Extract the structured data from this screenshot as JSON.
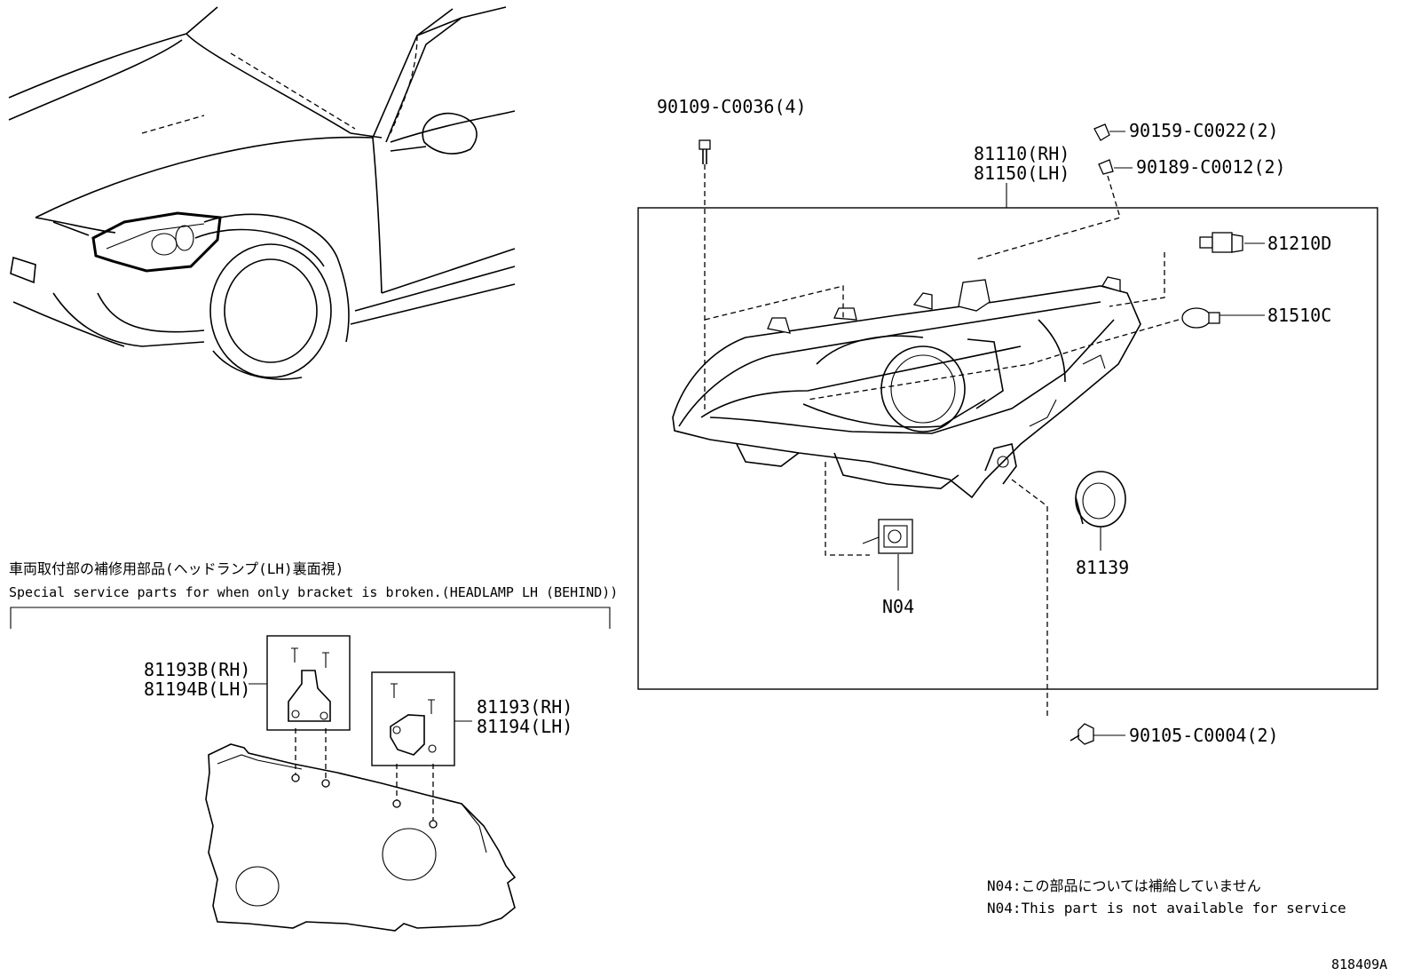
{
  "labels": {
    "bolt_top": "90109-C0036(4)",
    "clip1": "90159-C0022(2)",
    "clip2": "90189-C0012(2)",
    "headlamp_rh": "81110(RH)",
    "headlamp_lh": "81150(LH)",
    "bulb_main": "81210D",
    "bulb_small": "81510C",
    "cover": "81139",
    "n04": "N04",
    "bolt_bottom": "90105-C0004(2)",
    "bracket_b_rh": "81193B(RH)",
    "bracket_b_lh": "81194B(LH)",
    "bracket_rh": "81193(RH)",
    "bracket_lh": "81194(LH)"
  },
  "special_service": {
    "title_jp": "車両取付部の補修用部品(ヘッドランプ(LH)裏面視)",
    "title_en": "Special service parts for when only bracket is broken.(HEADLAMP LH (BEHIND))"
  },
  "notes": {
    "jp": "N04:この部品については補給していません",
    "en": "N04:This part is not available for service"
  },
  "diagram_id": "818409A"
}
